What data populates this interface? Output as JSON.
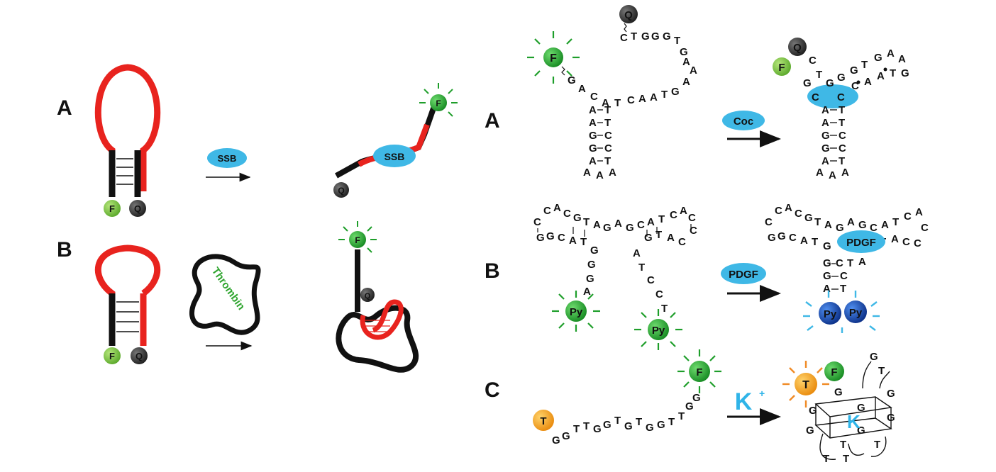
{
  "left": {
    "panel_a": "A",
    "panel_b": "B",
    "fluorophore": "F",
    "quencher": "Q",
    "ssb_label": "SSB",
    "protein_label": "Thrombin"
  },
  "right": {
    "panel_a": "A",
    "panel_b": "B",
    "panel_c": "C",
    "target_a": "Coc",
    "target_b": "PDGF",
    "target_c": "K",
    "target_c_sup": "+",
    "pyrene": "Py",
    "fluorophore": "F",
    "quencher": "Q",
    "tamra": "T",
    "potassium": "K"
  },
  "colors": {
    "loop_red": "#e8231e",
    "stem_black": "#111111",
    "fluor_green": "#1e9e2a",
    "fluor_light": "#7cc242",
    "quencher_dark": "#3a3a3a",
    "protein_cyan": "#3fb8e6",
    "pyrene_blue": "#1a56b8",
    "tamra_orange": "#f5a21b",
    "thrombin_text": "#2fa52f"
  }
}
